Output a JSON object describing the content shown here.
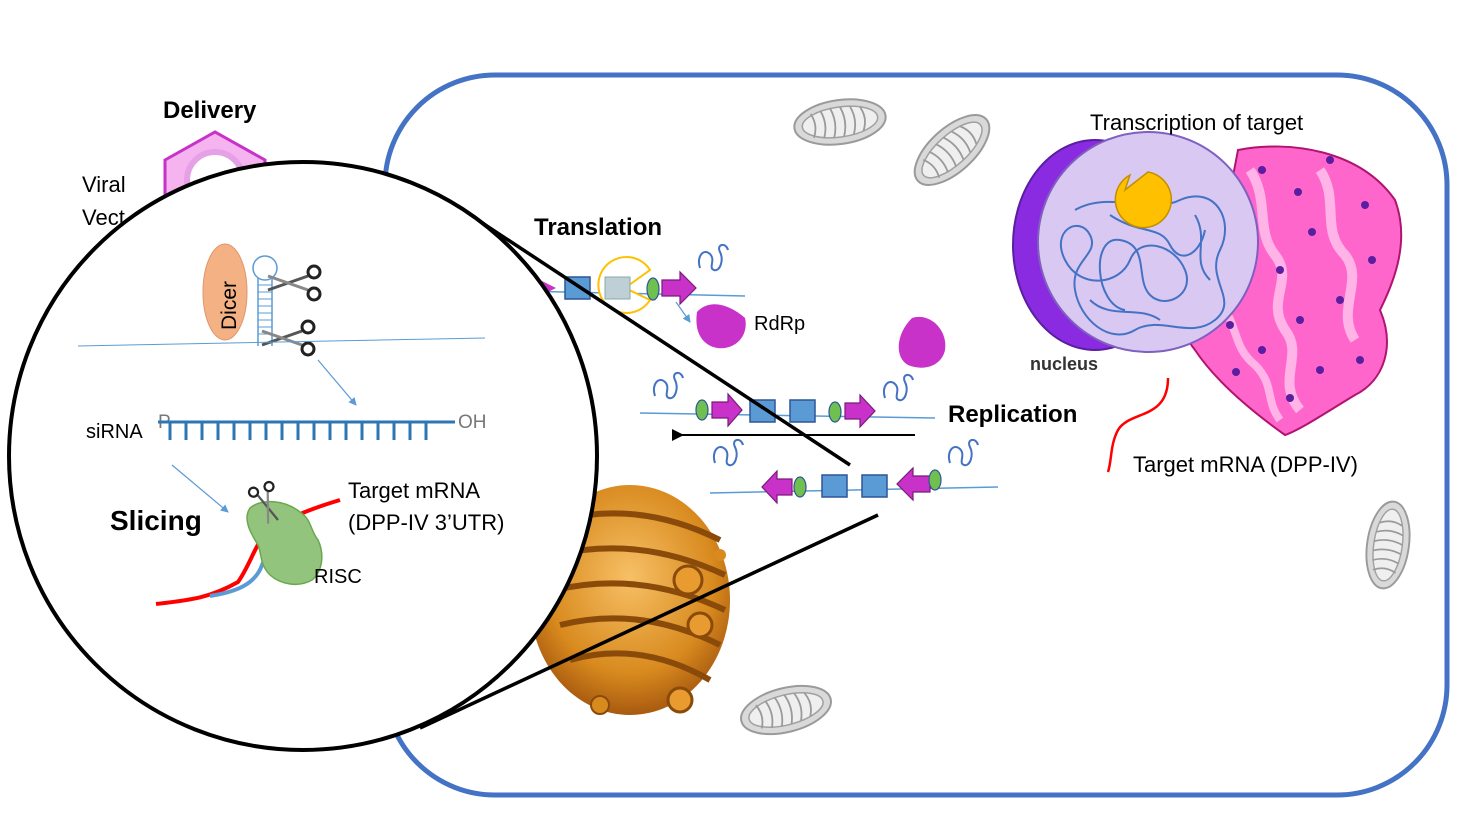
{
  "labels": {
    "delivery": "Delivery",
    "viral_vector_line1": "Viral",
    "viral_vector_line2": "Vect",
    "translation": "Translation",
    "rdrp": "RdRp",
    "replication": "Replication",
    "transcription_of_target": "Transcription of target",
    "nucleus": "nucleus",
    "target_mrna_dppiv": "Target mRNA (DPP-IV)",
    "dicer": "Dicer",
    "sirna": "siRNA",
    "sirna_5p": "P",
    "sirna_3oh": "OH",
    "slicing": "Slicing",
    "target_mrna_line1": "Target mRNA",
    "target_mrna_line2": "(DPP-IV 3’UTR)",
    "risc": "RISC"
  },
  "colors": {
    "cell_membrane": "#4472c4",
    "rna_strand": "#5b9bd5",
    "protein_magenta": "#c832c8",
    "gene_box": "#5b9bd5",
    "ribosome_green": "#70c050",
    "target_red": "#ff0000",
    "dicer_salmon": "#f4b183",
    "risc_green": "#93c47d",
    "pacman_yellow": "#ffc000",
    "nucleus_lilac": "#d9c8f2",
    "er_pink": "#ff66cc",
    "golgi_orange": "#d88a1e",
    "mitochondria_grey": "#c8c8c8"
  },
  "icons": [
    "scissors-icon",
    "ribosome-pacman-icon",
    "mitochondrion-icon",
    "golgi-icon",
    "endoplasmic-reticulum-icon",
    "viral-vector-icon"
  ]
}
